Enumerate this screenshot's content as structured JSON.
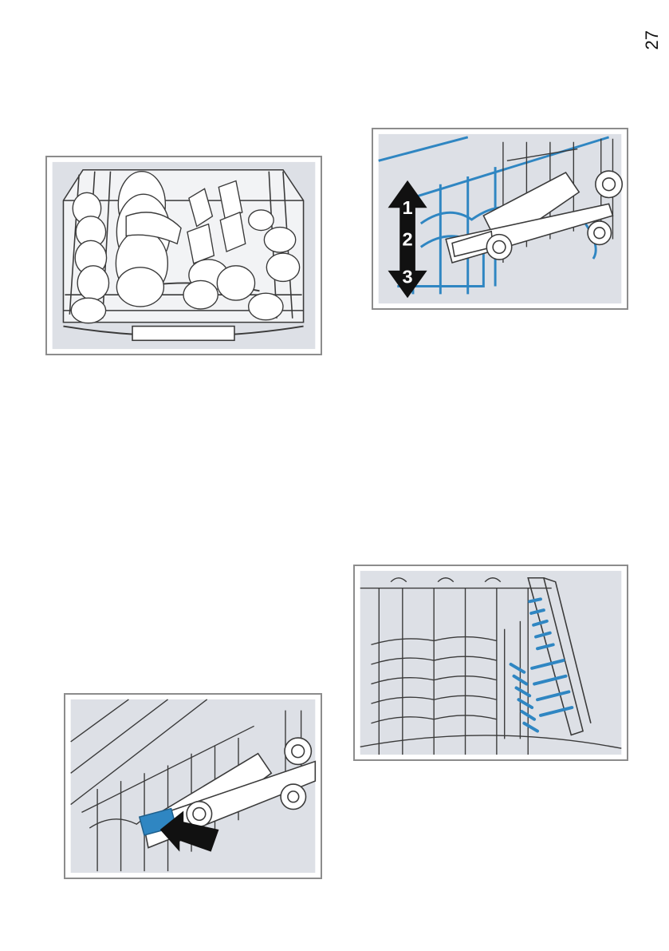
{
  "page": {
    "number": "27"
  },
  "figures": {
    "height_adjust": {
      "markers": [
        "1",
        "2",
        "3"
      ]
    }
  },
  "colors": {
    "panel": "#dde0e6",
    "frame": "#8c8c8c",
    "line": "#3a3a3a",
    "accent": "#2f86c2",
    "arrow": "#111111",
    "dish": "#ffffff"
  }
}
